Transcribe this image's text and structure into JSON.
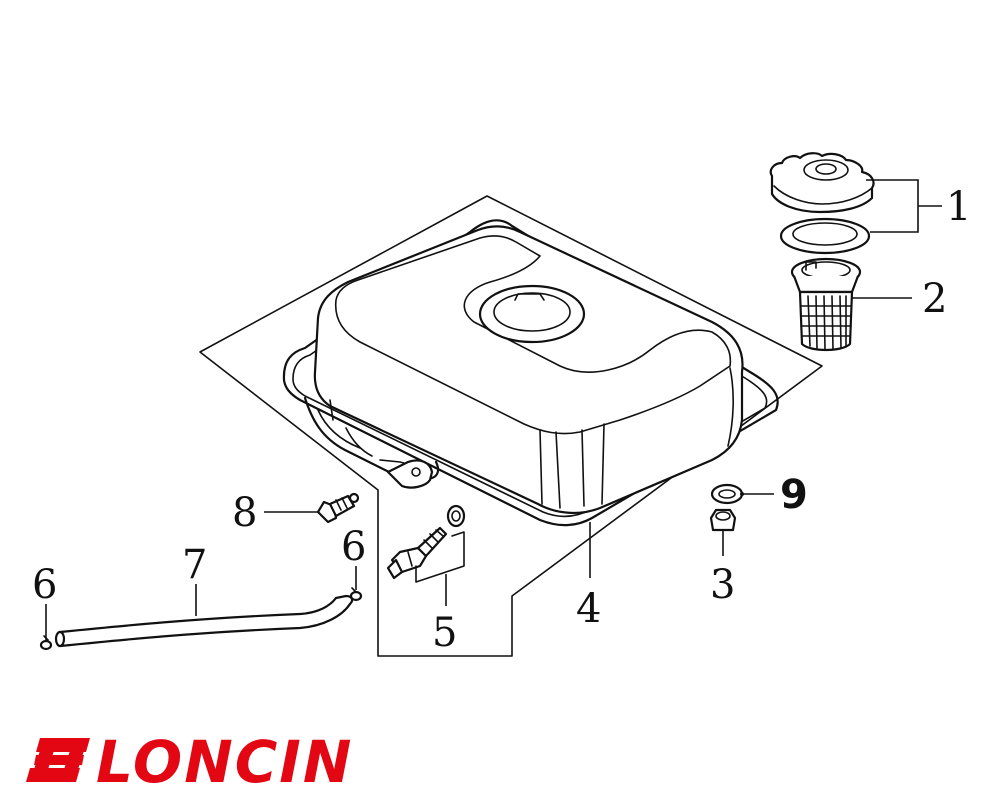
{
  "brand": {
    "logo_text": "LONCIN",
    "color": "#e30613"
  },
  "callouts": [
    {
      "id": "c1",
      "label": "1"
    },
    {
      "id": "c2",
      "label": "2"
    },
    {
      "id": "c3",
      "label": "3"
    },
    {
      "id": "c4",
      "label": "4"
    },
    {
      "id": "c5",
      "label": "5"
    },
    {
      "id": "c6a",
      "label": "6"
    },
    {
      "id": "c6b",
      "label": "6"
    },
    {
      "id": "c7",
      "label": "7"
    },
    {
      "id": "c8",
      "label": "8"
    },
    {
      "id": "c9",
      "label": "9"
    }
  ],
  "parts": [
    {
      "callout": "1",
      "icon": "fuel-cap-icon"
    },
    {
      "callout": "1",
      "icon": "cap-gasket-icon"
    },
    {
      "callout": "2",
      "icon": "fuel-strainer-icon"
    },
    {
      "callout": "3",
      "icon": "nut-icon"
    },
    {
      "callout": "4",
      "icon": "fuel-tank-icon"
    },
    {
      "callout": "5",
      "icon": "fuel-valve-icon"
    },
    {
      "callout": "6",
      "icon": "hose-clip-icon"
    },
    {
      "callout": "7",
      "icon": "fuel-hose-icon"
    },
    {
      "callout": "8",
      "icon": "bolt-icon"
    },
    {
      "callout": "9",
      "icon": "washer-icon"
    }
  ]
}
